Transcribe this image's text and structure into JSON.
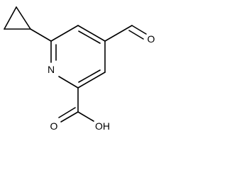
{
  "molecule": {
    "atoms": {
      "ring_nitrogen": "N",
      "aldehyde_oxygen": "O",
      "carbonyl_oxygen": "O",
      "hydroxyl": "OH"
    }
  },
  "colors": {
    "background": "#ffffff",
    "bond": "#000000",
    "label": "#000000"
  }
}
